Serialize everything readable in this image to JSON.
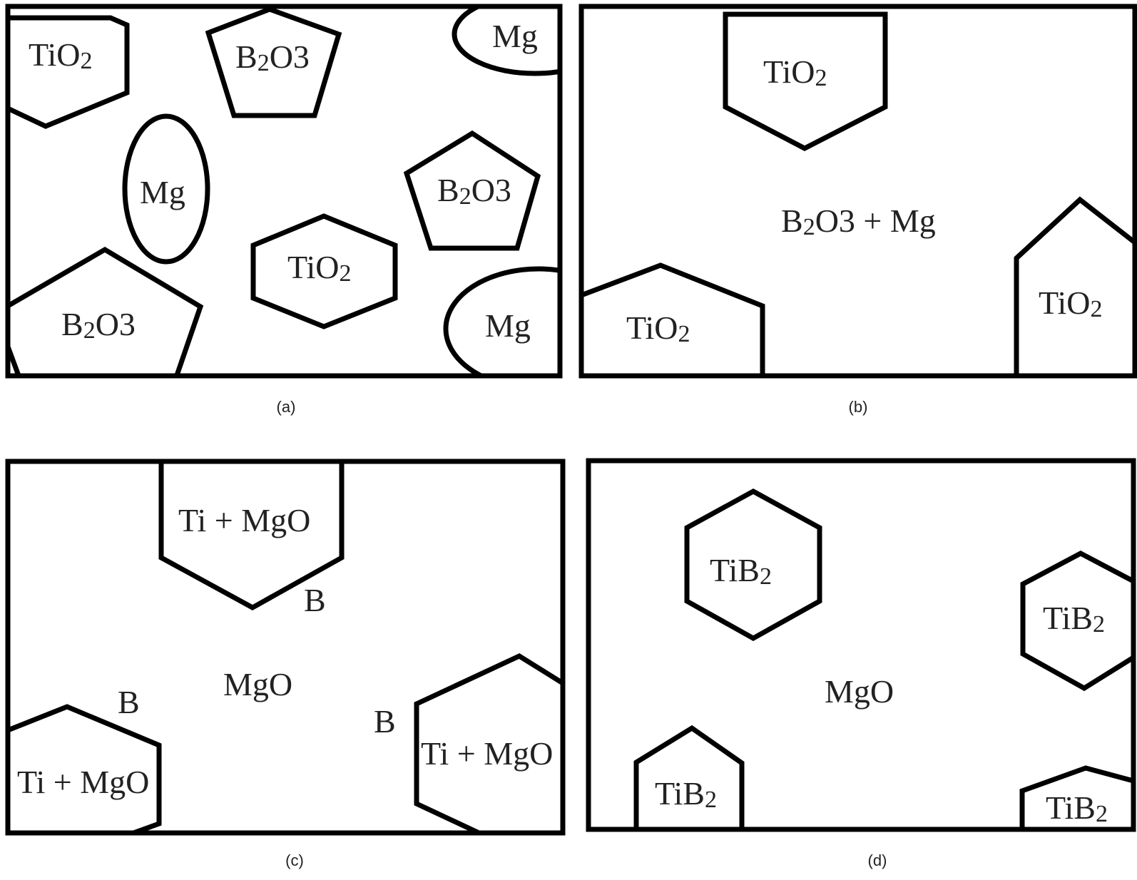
{
  "colors": {
    "stroke": "#000000",
    "text": "#222222",
    "background": "#ffffff"
  },
  "panels": [
    {
      "caption": "(a)",
      "labels": [
        {
          "base": "TiO",
          "sub": "2",
          "tail": ""
        },
        {
          "base": "B",
          "sub": "2",
          "tail": "O3"
        },
        {
          "base": "Mg",
          "sub": "",
          "tail": ""
        },
        {
          "base": "Mg",
          "sub": "",
          "tail": ""
        },
        {
          "base": "B",
          "sub": "2",
          "tail": "O3"
        },
        {
          "base": "TiO",
          "sub": "2",
          "tail": ""
        },
        {
          "base": "B",
          "sub": "2",
          "tail": "O3"
        },
        {
          "base": "Mg",
          "sub": "",
          "tail": ""
        }
      ]
    },
    {
      "caption": "(b)",
      "labels": [
        {
          "base": "TiO",
          "sub": "2",
          "tail": ""
        },
        {
          "base": "B",
          "sub": "2",
          "tail": "O3 + Mg"
        },
        {
          "base": "TiO",
          "sub": "2",
          "tail": ""
        },
        {
          "base": "TiO",
          "sub": "2",
          "tail": ""
        }
      ]
    },
    {
      "caption": "(c)",
      "labels": [
        {
          "base": "Ti + MgO",
          "sub": "",
          "tail": ""
        },
        {
          "base": "B",
          "sub": "",
          "tail": ""
        },
        {
          "base": "MgO",
          "sub": "",
          "tail": ""
        },
        {
          "base": "B",
          "sub": "",
          "tail": ""
        },
        {
          "base": "B",
          "sub": "",
          "tail": ""
        },
        {
          "base": "Ti + MgO",
          "sub": "",
          "tail": ""
        },
        {
          "base": "Ti + MgO",
          "sub": "",
          "tail": ""
        }
      ]
    },
    {
      "caption": "(d)",
      "labels": [
        {
          "base": "TiB",
          "sub": "2",
          "tail": ""
        },
        {
          "base": "TiB",
          "sub": "2",
          "tail": ""
        },
        {
          "base": "MgO",
          "sub": "",
          "tail": ""
        },
        {
          "base": "TiB",
          "sub": "2",
          "tail": ""
        },
        {
          "base": "TiB",
          "sub": "2",
          "tail": ""
        }
      ]
    }
  ]
}
